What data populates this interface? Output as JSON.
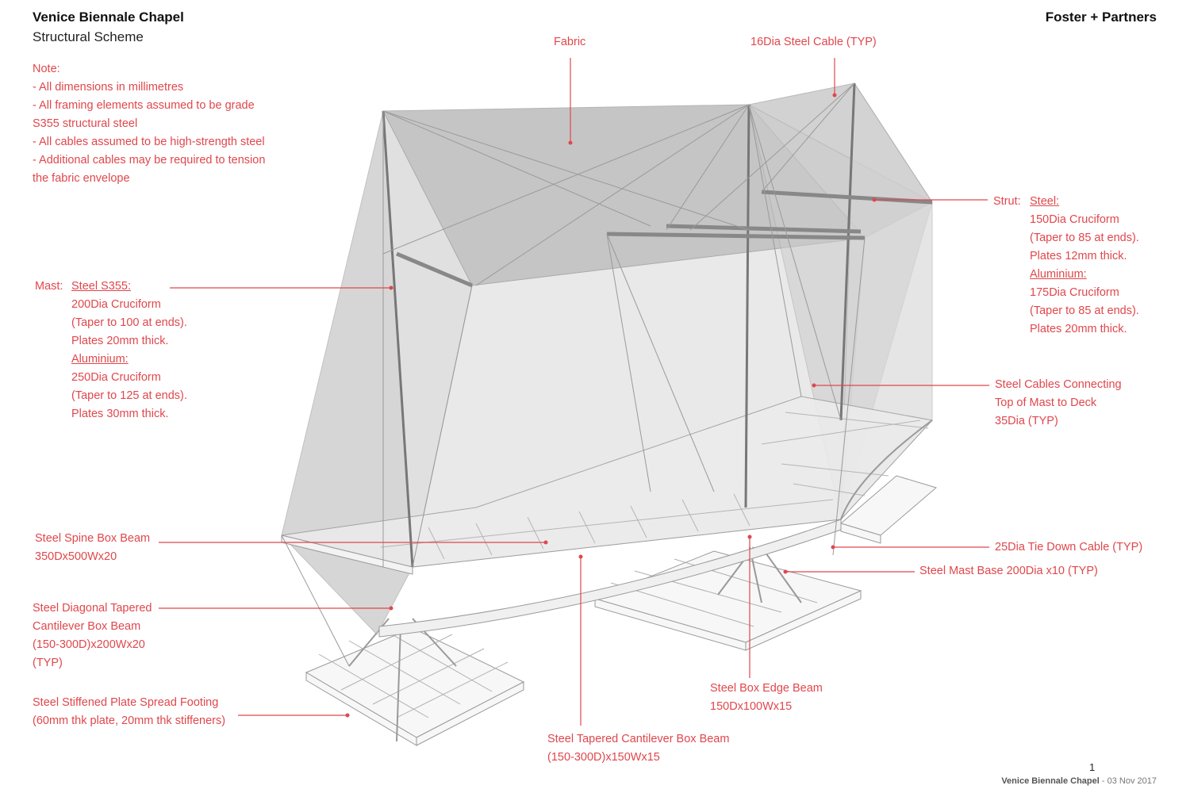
{
  "header": {
    "title": "Venice Biennale Chapel",
    "subtitle": "Structural Scheme",
    "brand": "Foster + Partners"
  },
  "notes": {
    "heading": "Note:",
    "lines": [
      "- All dimensions in millimetres",
      "- All framing elements assumed to be grade",
      "S355 structural steel",
      "- All cables assumed to be high-strength steel",
      "- Additional cables may be required to tension",
      "the fabric envelope"
    ]
  },
  "labels": {
    "fabric": "Fabric",
    "cable16": "16Dia Steel Cable (TYP)",
    "strut": {
      "prefix": "Strut:",
      "steel_heading": "Steel:",
      "steel_lines": [
        "150Dia Cruciform",
        "(Taper to 85 at ends).",
        "Plates 12mm thick."
      ],
      "alu_heading": "Aluminium:",
      "alu_lines": [
        "175Dia Cruciform",
        "(Taper to 85 at ends).",
        "Plates 20mm thick."
      ]
    },
    "mast": {
      "prefix": "Mast:",
      "steel_heading": "Steel S355:",
      "steel_lines": [
        "200Dia Cruciform",
        "(Taper to 100 at ends).",
        "Plates 20mm thick."
      ],
      "alu_heading": "Aluminium:",
      "alu_lines": [
        "250Dia Cruciform",
        "(Taper to 125 at ends).",
        "Plates 30mm thick."
      ]
    },
    "cables_connecting": [
      "Steel Cables Connecting",
      "Top of Mast to Deck",
      "35Dia (TYP)"
    ],
    "spine": [
      "Steel Spine Box Beam",
      "350Dx500Wx20"
    ],
    "tie_down": "25Dia Tie Down Cable (TYP)",
    "mast_base": "Steel Mast Base 200Dia x10 (TYP)",
    "diagonal": [
      "Steel Diagonal Tapered",
      "Cantilever Box Beam",
      "(150-300D)x200Wx20",
      "(TYP)"
    ],
    "edge_beam": [
      "Steel Box Edge Beam",
      "150Dx100Wx15"
    ],
    "footing": [
      "Steel Stiffened Plate Spread Footing",
      "(60mm thk plate, 20mm thk stiffeners)"
    ],
    "tapered": [
      "Steel Tapered Cantilever Box Beam",
      "(150-300D)x150Wx15"
    ]
  },
  "footer": {
    "page_number": "1",
    "project": "Venice Biennale Chapel",
    "date": "- 03 Nov 2017"
  },
  "colors": {
    "annotation": "#e0474c",
    "fabric_dark": "#b9b9b9",
    "fabric_light": "#dcdcdc",
    "line": "#8a8a8a"
  }
}
